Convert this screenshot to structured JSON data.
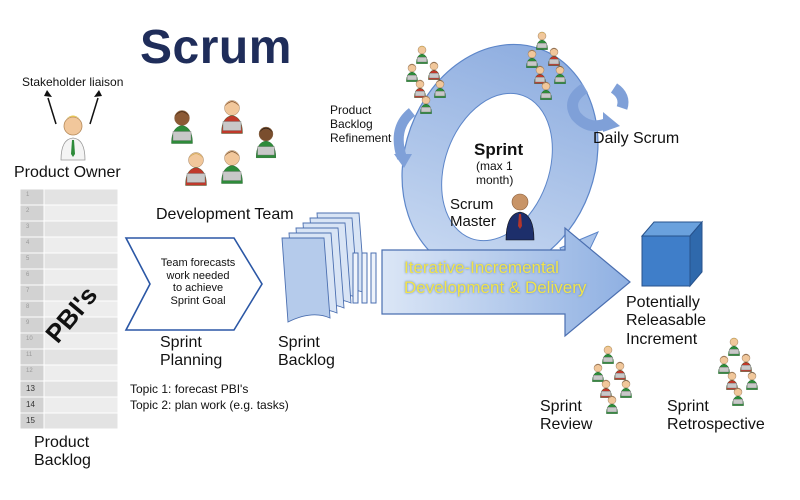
{
  "title": "Scrum",
  "labels": {
    "stakeholder_liaison": "Stakeholder liaison",
    "product_owner": "Product Owner",
    "development_team": "Development Team",
    "product_backlog_refinement": "Product\nBacklog\nRefinement",
    "sprint": "Sprint",
    "sprint_duration": "(max 1\nmonth)",
    "scrum_master": "Scrum\nMaster",
    "daily_scrum": "Daily Scrum",
    "team_forecasts": "Team forecasts\nwork needed\nto achieve\nSprint Goal",
    "pbis": "PBI's",
    "sprint_planning": "Sprint\nPlanning",
    "sprint_backlog": "Sprint\nBacklog",
    "iterative_incremental": "Iterative-Incremental\nDevelopment & Delivery",
    "potentially_releasable_increment": "Potentially\nReleasable\nIncrement",
    "topic_1": "Topic 1: forecast PBI's",
    "topic_2": "Topic 2: plan work (e.g. tasks)",
    "sprint_review": "Sprint\nReview",
    "sprint_retrospective": "Sprint\nRetrospective",
    "product_backlog": "Product\nBacklog"
  },
  "backlog_rows": [
    "1",
    "2",
    "3",
    "4",
    "5",
    "6",
    "7",
    "8",
    "9",
    "10",
    "11",
    "12",
    "13",
    "14",
    "15"
  ],
  "colors": {
    "title": "#1f2d5a",
    "cycle_blue": "#a9c3ea",
    "arrow_blue": "#9dbbe6",
    "iter_text": "#f2e44a",
    "increment_cube": "#3f7ec9",
    "backlog_gray": "#d9d9d9",
    "person_green": "#2e8b3a",
    "person_red": "#c0392b"
  },
  "icons": [
    "person-icon",
    "scrum-master-icon",
    "laptop-icon",
    "cycle-arrow-icon",
    "cube-icon",
    "chevron-arrow-icon"
  ]
}
